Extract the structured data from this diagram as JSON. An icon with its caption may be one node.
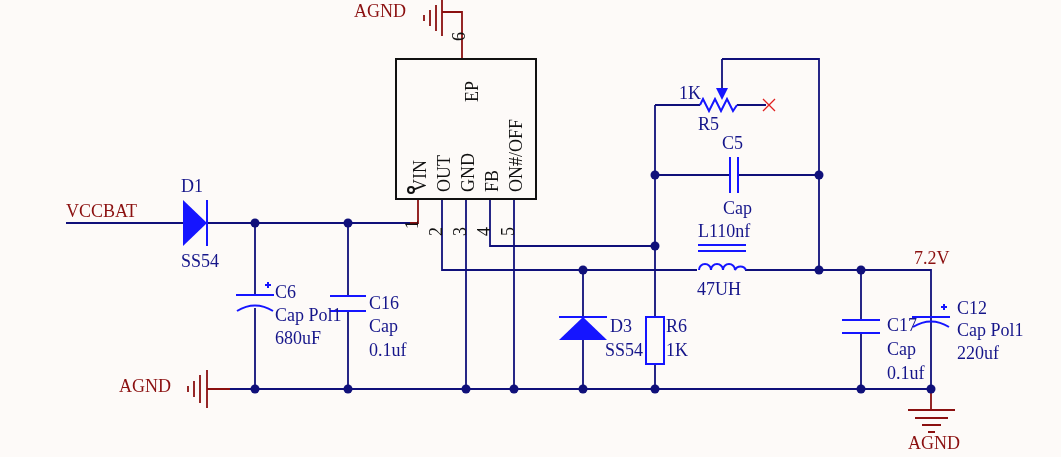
{
  "diagram": {
    "nodes": [
      {
        "text": [
          "EP",
          "VIN",
          "OUT",
          "GND",
          "FB",
          "ON#/OFF"
        ]
      }
    ],
    "labels": [
      "AGND",
      "6",
      "1K",
      "R5",
      "C5",
      "D1",
      "VCCBAT",
      "Cap",
      "L110nf",
      "1",
      "2",
      "3",
      "4",
      "5",
      "7.2V",
      "47UH",
      "SS54",
      "C6",
      "C12",
      "C16",
      "Cap Pol1",
      "Cap Pol1",
      "C17",
      "D3",
      "R6",
      "Cap",
      "680uF",
      "SS54",
      "1K",
      "Cap",
      "220uf",
      "0.1uf",
      "AGND",
      "0.1uf",
      "AGND"
    ]
  }
}
